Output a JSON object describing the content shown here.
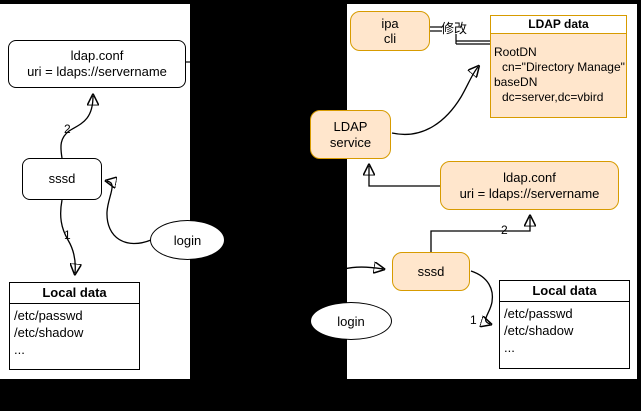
{
  "colors": {
    "canvas_bg": "#000000",
    "panel_bg": "#ffffff",
    "orange_fill": "#ffe6cc",
    "orange_border": "#d79b00",
    "line": "#000000"
  },
  "left": {
    "ldap_conf": {
      "title": "ldap.conf",
      "uri": "uri = ldaps://servername"
    },
    "sssd": "sssd",
    "login": "login",
    "local_data": {
      "header": "Local data",
      "rows": [
        "/etc/passwd",
        "/etc/shadow",
        "..."
      ]
    },
    "labels": {
      "step1": "1",
      "step2": "2"
    }
  },
  "right": {
    "ipa_cli": {
      "line1": "ipa",
      "line2": "cli"
    },
    "modify": "修改",
    "ldap_data": {
      "header": "LDAP data",
      "rows": [
        "RootDN",
        "cn=\"Directory Manage\"",
        "baseDN",
        "dc=server,dc=vbird"
      ]
    },
    "ldap_service": {
      "line1": "LDAP",
      "line2": "service"
    },
    "ldap_conf": {
      "title": "ldap.conf",
      "uri": "uri = ldaps://servername"
    },
    "sssd": "sssd",
    "login": "login",
    "local_data": {
      "header": "Local data",
      "rows": [
        "/etc/passwd",
        "/etc/shadow",
        "..."
      ]
    },
    "labels": {
      "step1": "1",
      "step2": "2"
    }
  }
}
